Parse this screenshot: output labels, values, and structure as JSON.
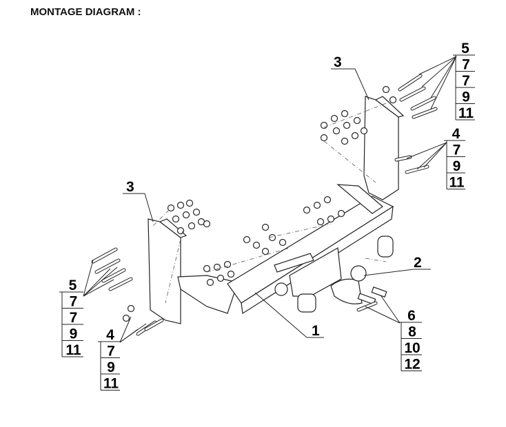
{
  "title": "MONTAGE DIAGRAM :",
  "callouts": {
    "bracket_right": "3",
    "bracket_left": "3",
    "ball": "2",
    "crossbar": "1"
  },
  "stacks": {
    "right_top": {
      "head": "5",
      "items": [
        "7",
        "7",
        "9",
        "11"
      ]
    },
    "right_mid": {
      "head": "4",
      "items": [
        "7",
        "9",
        "11"
      ]
    },
    "left_top": {
      "head": "5",
      "items": [
        "7",
        "7",
        "9",
        "11"
      ]
    },
    "left_low": {
      "head": "4",
      "items": [
        "7",
        "9",
        "11"
      ]
    },
    "ball_bolts": {
      "head": "6",
      "items": [
        "8",
        "10",
        "12"
      ]
    }
  }
}
